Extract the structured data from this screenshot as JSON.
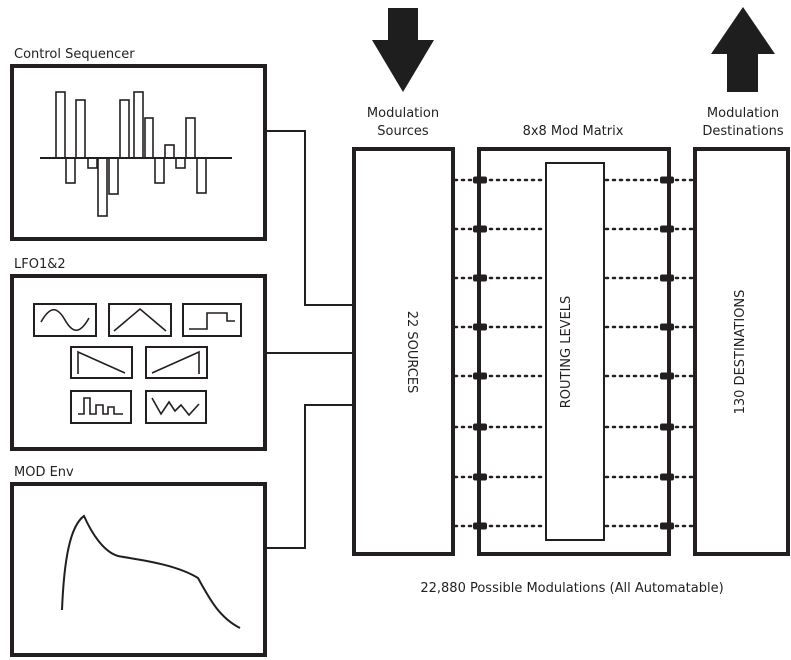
{
  "panels": {
    "sequencer": "Control Sequencer",
    "lfo": "LFO1&2",
    "mod_env": "MOD Env"
  },
  "sources_block": {
    "heading_line1": "Modulation",
    "heading_line2": "Sources",
    "body": "22 SOURCES"
  },
  "matrix_block": {
    "heading": "8x8 Mod Matrix",
    "body": "ROUTING LEVELS"
  },
  "destinations_block": {
    "heading_line1": "Modulation",
    "heading_line2": "Destinations",
    "body": "130 DESTINATIONS"
  },
  "footer": "22,880 Possible Modulations (All Automatable)",
  "colors": {
    "ink": "#231f20",
    "arrow": "#1e1e1e",
    "background": "#ffffff"
  },
  "icons": [
    "arrow-down-icon",
    "arrow-up-icon",
    "sine-wave-icon",
    "triangle-wave-icon",
    "square-wave-icon",
    "saw-down-icon",
    "saw-up-icon",
    "random-step-icon",
    "random-noise-icon",
    "envelope-curve-icon"
  ]
}
